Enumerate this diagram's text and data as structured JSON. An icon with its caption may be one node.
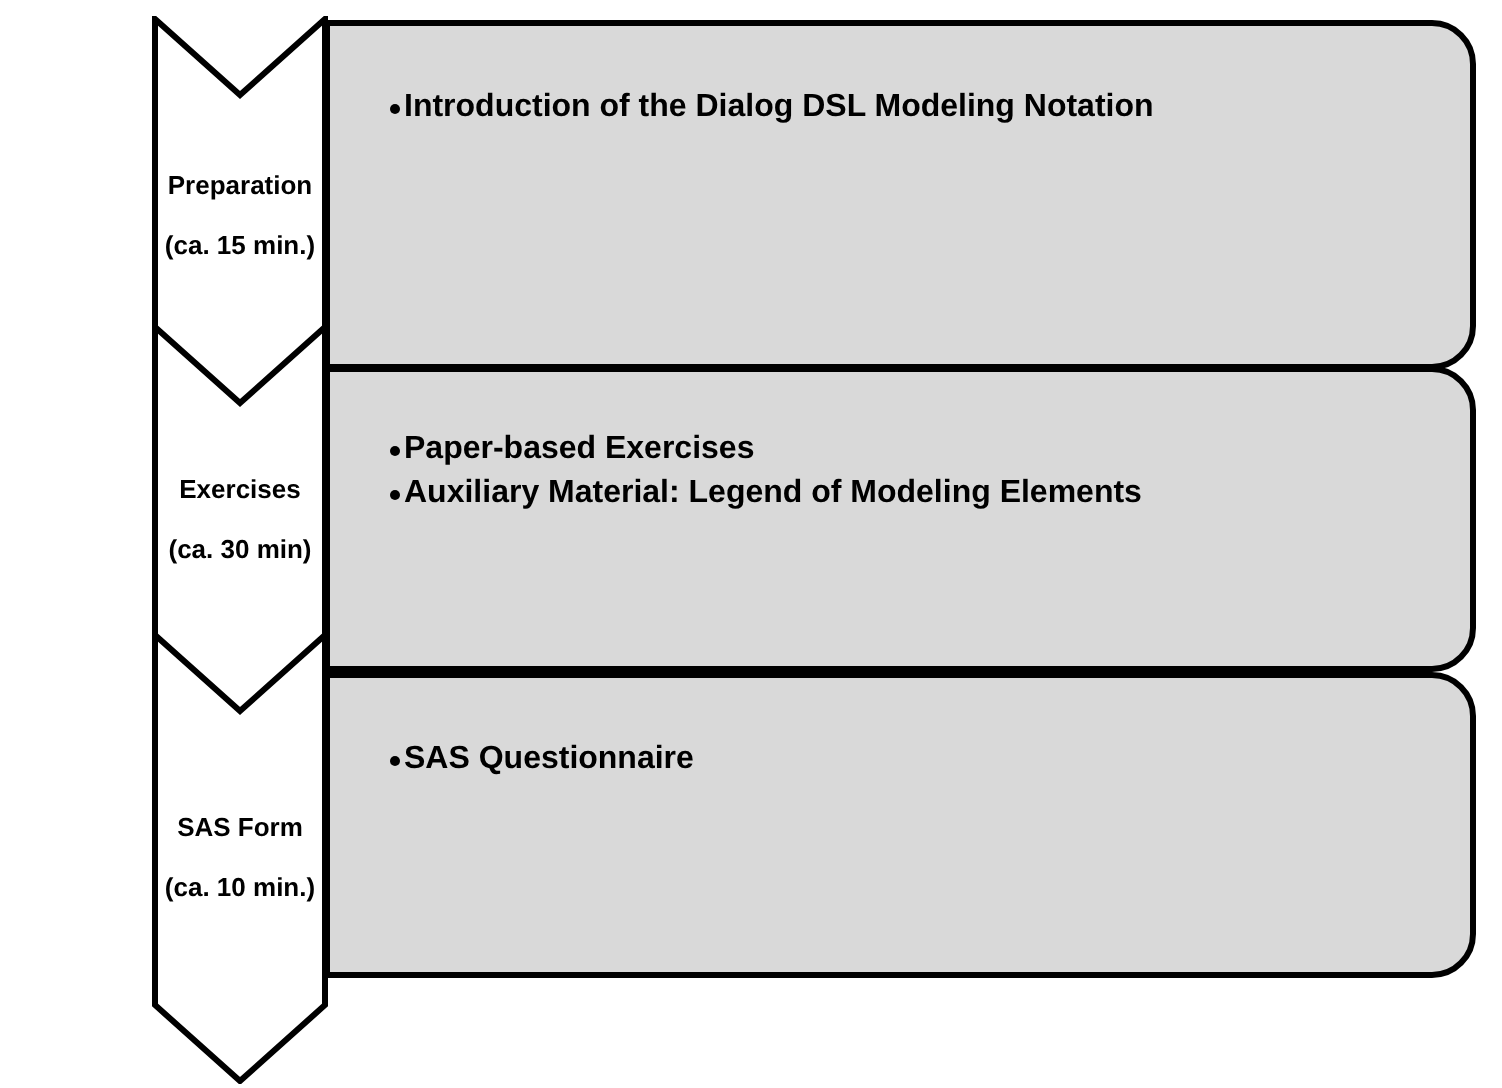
{
  "diagram": {
    "nodes": [
      {
        "text": [
          "Preparation",
          "(ca. 15 min.)"
        ]
      },
      {
        "text": [
          "Introduction of the Dialog DSL Modeling Notation"
        ]
      },
      {
        "text": [
          "Exercises",
          "(ca. 30 min)"
        ]
      },
      {
        "text": [
          "Paper-based Exercises",
          "Auxiliary Material: Legend of Modeling Elements"
        ]
      },
      {
        "text": [
          "SAS Form",
          "(ca. 10 min.)"
        ]
      },
      {
        "text": [
          "SAS Questionnaire"
        ]
      }
    ]
  }
}
